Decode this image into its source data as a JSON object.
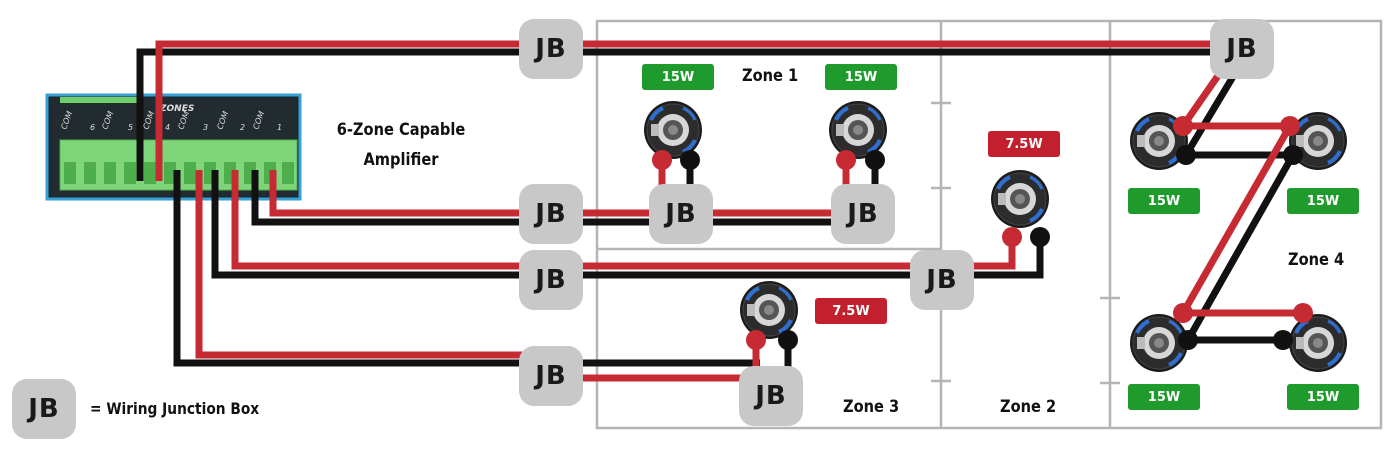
{
  "amplifier": {
    "title_line1": "6-Zone Capable",
    "title_line2": "Amplifier",
    "header_text": "ZONES",
    "terminal_labels": [
      "COM",
      "6",
      "COM",
      "5",
      "COM",
      "4",
      "COM",
      "3",
      "COM",
      "2",
      "COM",
      "1"
    ]
  },
  "junction_box_label": "JB",
  "legend": {
    "symbol": "JB",
    "text": "= Wiring Junction Box"
  },
  "zones": {
    "zone1": {
      "label": "Zone 1",
      "powers": [
        "15W",
        "15W"
      ]
    },
    "zone2": {
      "label": "Zone 2",
      "powers": [
        "7.5W"
      ]
    },
    "zone3": {
      "label": "Zone 3",
      "powers": [
        "7.5W"
      ]
    },
    "zone4": {
      "label": "Zone 4",
      "powers": [
        "15W",
        "15W",
        "15W",
        "15W"
      ]
    }
  },
  "colors": {
    "positive_wire": "#c62a33",
    "negative_wire": "#111111",
    "power_15w_badge": "#1f9a2d",
    "power_7_5w_badge": "#c2202e",
    "junction_box": "#c8c8c8",
    "terminal_block": "#7fd67a",
    "zone_border": "#b5b5b5"
  },
  "icons": {
    "speaker": "ceiling-speaker-icon",
    "junction_box": "junction-box-icon"
  }
}
